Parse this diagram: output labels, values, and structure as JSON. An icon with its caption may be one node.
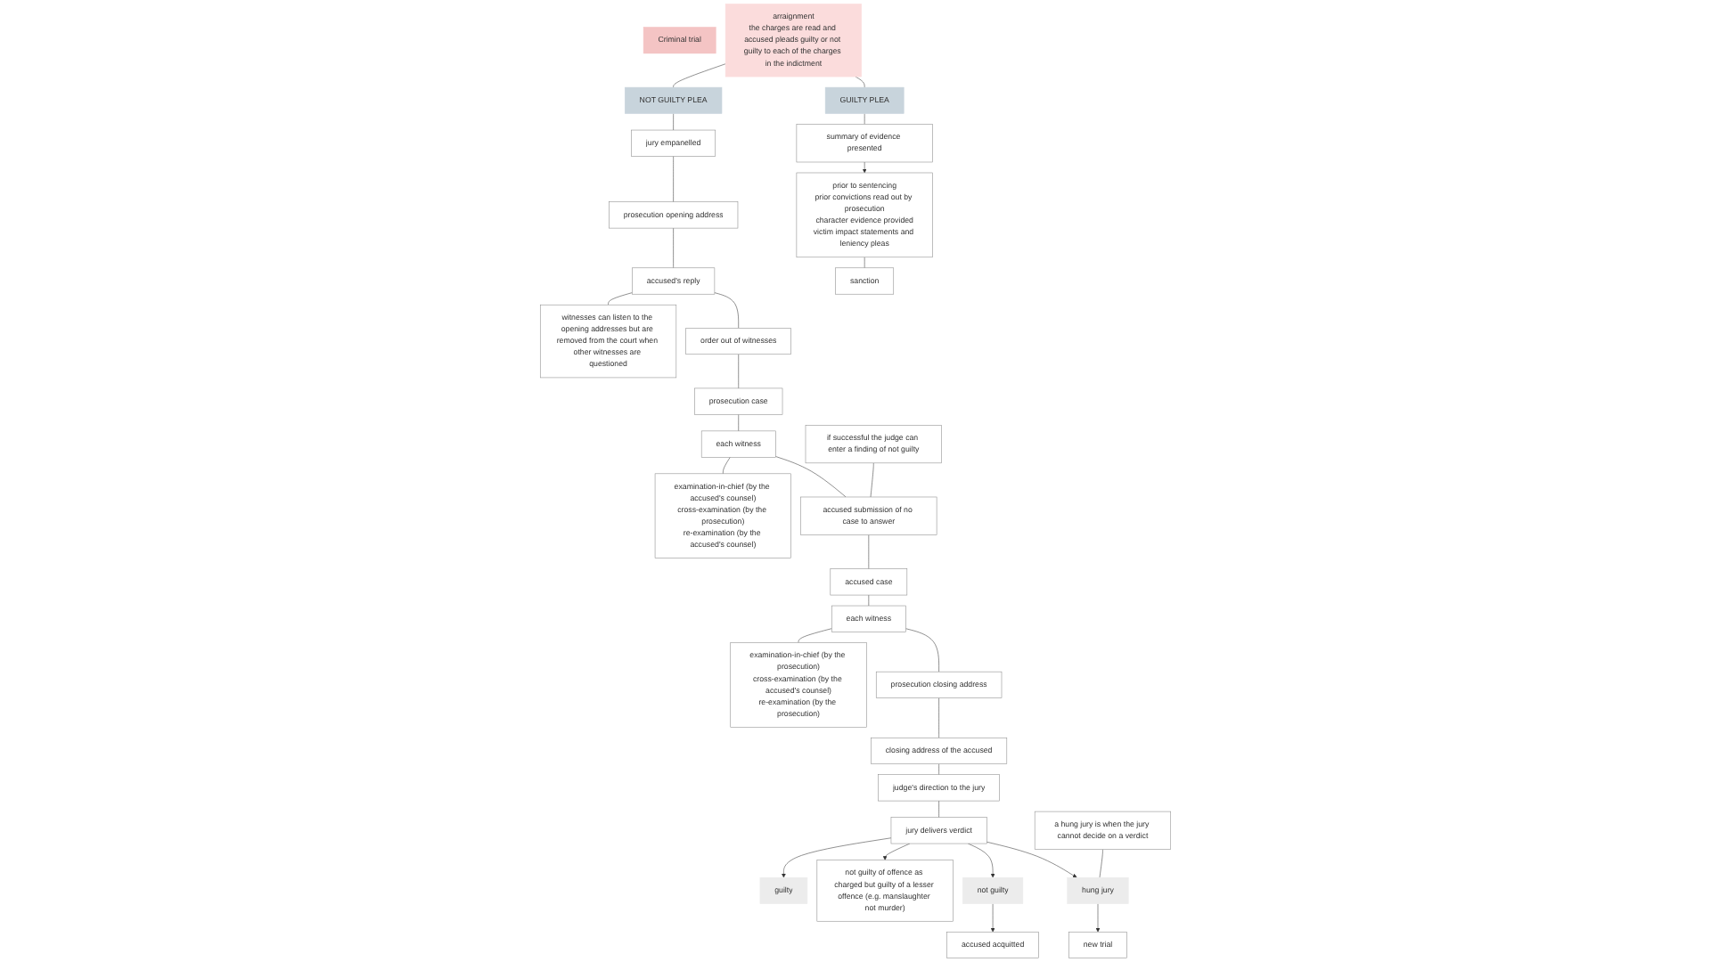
{
  "diagram": {
    "nodes": [
      {
        "text": [
          "Criminal trial"
        ]
      },
      {
        "text": [
          "arraignment",
          "the charges are read and accused pleads guilty or not guilty to each of the charges in the indictment"
        ]
      },
      {
        "text": [
          "GUILTY PLEA"
        ]
      },
      {
        "text": [
          "NOT GUILTY PLEA"
        ]
      },
      {
        "text": [
          "summary of evidence presented"
        ]
      },
      {
        "text": [
          "jury empanelled"
        ]
      },
      {
        "text": [
          "prosecution opening address"
        ]
      },
      {
        "text": [
          "accused's reply"
        ]
      },
      {
        "text": [
          "witnesses can listen to the opening addresses but are removed from the court when other witnesses are questioned"
        ]
      },
      {
        "text": [
          "order out of witnesses"
        ]
      },
      {
        "text": [
          "prosecution case"
        ]
      },
      {
        "text": [
          "each witness"
        ]
      },
      {
        "text": [
          "examination-in-chief (by the accused's counsel)",
          "cross-examination (by the prosecution)",
          "re-examination (by the accused's counsel)"
        ]
      },
      {
        "text": [
          "if successful the judge can enter a finding of not guilty"
        ]
      },
      {
        "text": [
          "accused submission of no case to answer"
        ]
      },
      {
        "text": [
          "accused case"
        ]
      },
      {
        "text": [
          "each witness"
        ]
      },
      {
        "text": [
          "examination-in-chief (by the prosecution)",
          "cross-examination (by the accused's counsel)",
          "re-examination (by the prosecution)"
        ]
      },
      {
        "text": [
          "prosecution closing address"
        ]
      },
      {
        "text": [
          "closing address of the accused"
        ]
      },
      {
        "text": [
          "judge's direction to the jury"
        ]
      },
      {
        "text": [
          "jury delivers verdict"
        ]
      },
      {
        "text": [
          "a hung jury is when the jury cannot decide on a verdict"
        ]
      },
      {
        "text": [
          "guilty"
        ]
      },
      {
        "text": [
          "not guilty of offence as charged but guilty of a lesser offence (e.g. manslaughter not murder)"
        ]
      },
      {
        "text": [
          "not guilty"
        ]
      },
      {
        "text": [
          "hung jury"
        ]
      },
      {
        "text": [
          "accused acquitted"
        ]
      },
      {
        "text": [
          "new trial"
        ]
      },
      {
        "text": [
          "prior to sentencing",
          "prior convictions read out by prosecution",
          "character evidence provided",
          "victim impact statements and leniency pleas"
        ]
      },
      {
        "text": [
          "sanction"
        ]
      }
    ],
    "edges": [
      {
        "from": 1,
        "to": 2,
        "arrow": "none"
      },
      {
        "from": 1,
        "to": 3,
        "arrow": "none"
      },
      {
        "from": 2,
        "to": 4,
        "arrow": "none"
      },
      {
        "from": 3,
        "to": 5,
        "arrow": "none"
      },
      {
        "from": 5,
        "to": 6,
        "arrow": "none"
      },
      {
        "from": 6,
        "to": 7,
        "arrow": "none"
      },
      {
        "from": 7,
        "to": 8,
        "arrow": "none"
      },
      {
        "from": 7,
        "to": 9,
        "arrow": "none"
      },
      {
        "from": 9,
        "to": 10,
        "arrow": "none"
      },
      {
        "from": 10,
        "to": 11,
        "arrow": "none"
      },
      {
        "from": 11,
        "to": 12,
        "arrow": "none"
      },
      {
        "from": 11,
        "to": 14,
        "arrow": "none"
      },
      {
        "from": 13,
        "to": 14,
        "arrow": "none"
      },
      {
        "from": 14,
        "to": 15,
        "arrow": "none"
      },
      {
        "from": 15,
        "to": 16,
        "arrow": "none"
      },
      {
        "from": 16,
        "to": 17,
        "arrow": "none"
      },
      {
        "from": 16,
        "to": 18,
        "arrow": "none"
      },
      {
        "from": 18,
        "to": 19,
        "arrow": "none"
      },
      {
        "from": 19,
        "to": 20,
        "arrow": "none"
      },
      {
        "from": 20,
        "to": 21,
        "arrow": "none"
      },
      {
        "from": 21,
        "to": 23,
        "arrow": "to"
      },
      {
        "from": 21,
        "to": 24,
        "arrow": "to"
      },
      {
        "from": 21,
        "to": 25,
        "arrow": "to"
      },
      {
        "from": 21,
        "to": 26,
        "arrow": "to"
      },
      {
        "from": 22,
        "to": 26,
        "arrow": "none"
      },
      {
        "from": 25,
        "to": 27,
        "arrow": "to"
      },
      {
        "from": 26,
        "to": 28,
        "arrow": "to"
      },
      {
        "from": 4,
        "to": 29,
        "arrow": "to"
      },
      {
        "from": 29,
        "to": 30,
        "arrow": "none"
      }
    ]
  }
}
